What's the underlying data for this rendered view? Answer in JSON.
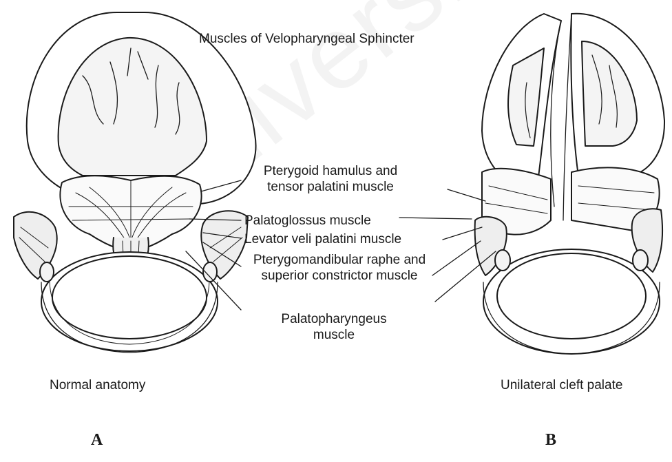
{
  "figure": {
    "title": "Muscles of Velopharyngeal Sphincter",
    "watermark": "University of Malaya",
    "labels": {
      "pterygoid": [
        "Pterygoid hamulus and",
        "tensor palatini muscle"
      ],
      "palatoglossus": "Palatoglossus muscle",
      "levator": "Levator veli palatini muscle",
      "pterygomandibular": [
        "Pterygomandibular raphe and",
        "superior constrictor muscle"
      ],
      "palatopharyngeus": [
        "Palatopharyngeus",
        "muscle"
      ]
    },
    "captions": {
      "left": "Normal anatomy",
      "right": "Unilateral cleft palate"
    },
    "panels": {
      "left": "A",
      "right": "B"
    }
  }
}
